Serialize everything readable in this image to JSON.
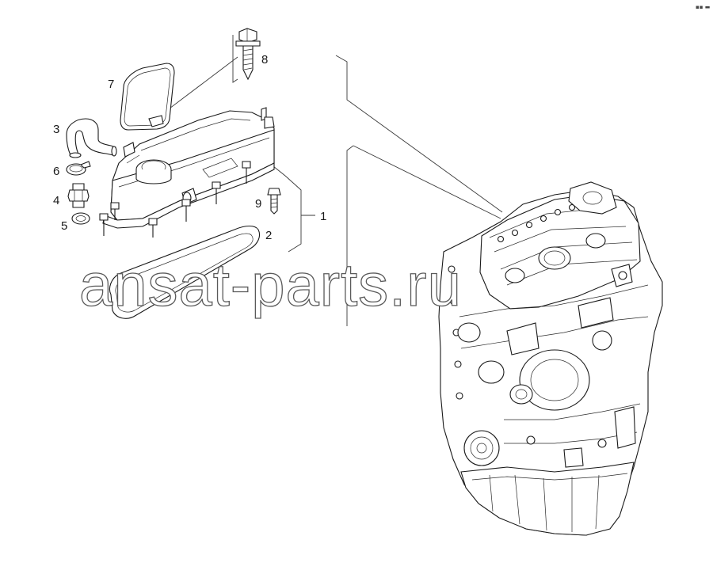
{
  "callouts": [
    {
      "id": "1",
      "label": "1"
    },
    {
      "id": "2",
      "label": "2"
    },
    {
      "id": "3",
      "label": "3"
    },
    {
      "id": "4",
      "label": "4"
    },
    {
      "id": "5",
      "label": "5"
    },
    {
      "id": "6",
      "label": "6"
    },
    {
      "id": "7",
      "label": "7"
    },
    {
      "id": "8",
      "label": "8"
    },
    {
      "id": "9",
      "label": "9"
    }
  ],
  "watermark": "ansat-parts.ru",
  "corner_mark": "▪▪ ▬"
}
